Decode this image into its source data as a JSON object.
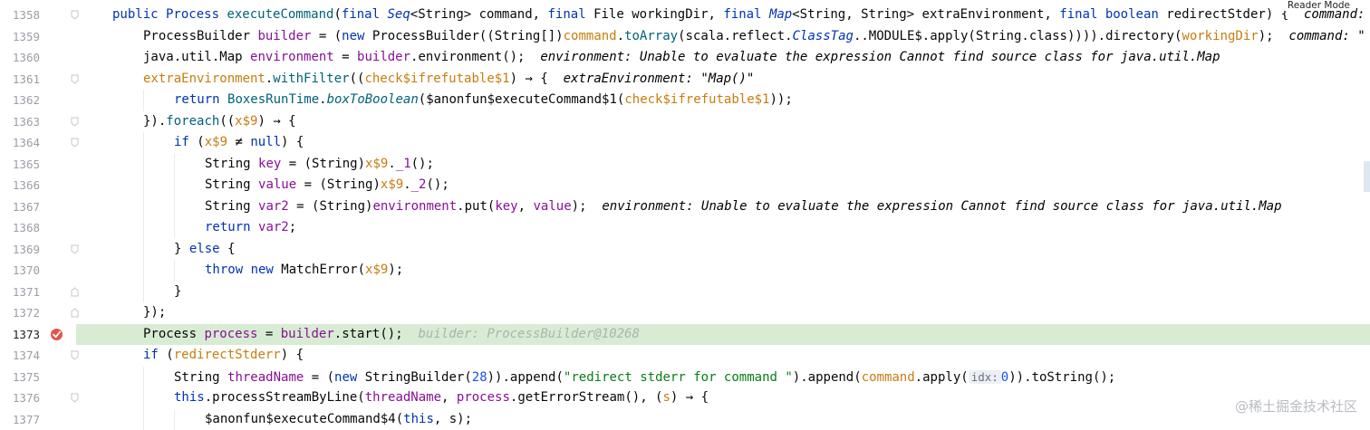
{
  "editor": {
    "reader_mode": "Reader Mode",
    "highlighted_line": 1373,
    "watermark": "@稀土掘金技术社区",
    "lines": [
      {
        "num": "1358"
      },
      {
        "num": "1359"
      },
      {
        "num": "1360"
      },
      {
        "num": "1361"
      },
      {
        "num": "1362"
      },
      {
        "num": "1363"
      },
      {
        "num": "1364"
      },
      {
        "num": "1365"
      },
      {
        "num": "1366"
      },
      {
        "num": "1367"
      },
      {
        "num": "1368"
      },
      {
        "num": "1369"
      },
      {
        "num": "1370"
      },
      {
        "num": "1371"
      },
      {
        "num": "1372"
      },
      {
        "num": "1373"
      },
      {
        "num": "1374"
      },
      {
        "num": "1375"
      },
      {
        "num": "1376"
      },
      {
        "num": "1377"
      }
    ],
    "code": {
      "l1358": {
        "a": "public Process ",
        "b": "executeCommand",
        "c": "(",
        "d": "final ",
        "e": "Seq",
        "f": "<String> command, ",
        "g": "final ",
        "h": "File workingDir, ",
        "i": "final ",
        "j": "Map",
        "k": "<String, String> extraEnvironment, ",
        "l": "final boolean ",
        "m": "redirectStder",
        "n": ") {  ",
        "o": "command: \""
      },
      "l1359": {
        "a": "ProcessBuilder ",
        "b": "builder",
        "c": " = (",
        "d": "new ",
        "e": "ProcessBuilder((String[])",
        "f": "command",
        "g": ".",
        "h": "toArray",
        "i": "(scala.reflect.",
        "j": "ClassTag",
        "k": "..MODULE$.apply(String.class)))).directory(",
        "l": "workingDir",
        "m": ");  ",
        "n": "command: \""
      },
      "l1360": {
        "a": "java.util.Map ",
        "b": "environment",
        "c": " = ",
        "d": "builder",
        "e": ".environment();  ",
        "f": "environment: Unable to evaluate the expression Cannot find source class for java.util.Map"
      },
      "l1361": {
        "a": "extraEnvironment",
        "b": ".",
        "c": "withFilter",
        "d": "((",
        "e": "check$ifrefutable$1",
        "f": ") → {  ",
        "g": "extraEnvironment: \"Map()\""
      },
      "l1362": {
        "a": "return ",
        "b": "BoxesRunTime",
        "c": ".",
        "d": "boxToBoolean",
        "e": "($anonfun$executeCommand$1(",
        "f": "check$ifrefutable$1",
        "g": "));"
      },
      "l1363": {
        "a": "}).",
        "b": "foreach",
        "c": "((",
        "d": "x$9",
        "e": ") → {"
      },
      "l1364": {
        "a": "if ",
        "b": "(",
        "c": "x$9",
        "d": " ≠ ",
        "e": "null",
        "f": ") {"
      },
      "l1365": {
        "a": "String ",
        "b": "key",
        "c": " = (String)",
        "d": "x$9",
        "e": ".",
        "f": "_1",
        "g": "();"
      },
      "l1366": {
        "a": "String ",
        "b": "value",
        "c": " = (String)",
        "d": "x$9",
        "e": ".",
        "f": "_2",
        "g": "();"
      },
      "l1367": {
        "a": "String ",
        "b": "var2",
        "c": " = (String)",
        "d": "environment",
        "e": ".put(",
        "f": "key",
        "g": ", ",
        "h": "value",
        "i": ");  ",
        "j": "environment: Unable to evaluate the expression Cannot find source class for java.util.Map"
      },
      "l1368": {
        "a": "return ",
        "b": "var2",
        "c": ";"
      },
      "l1369": {
        "a": "} ",
        "b": "else",
        "c": " {"
      },
      "l1370": {
        "a": "throw new ",
        "b": "MatchError(",
        "c": "x$9",
        "d": ");"
      },
      "l1371": {
        "a": "}"
      },
      "l1372": {
        "a": "});"
      },
      "l1373": {
        "a": "Process ",
        "b": "process",
        "c": " = ",
        "d": "builder",
        "e": ".start();  ",
        "f": "builder: ProcessBuilder@10268"
      },
      "l1374": {
        "a": "if ",
        "b": "(",
        "c": "redirectStderr",
        "d": ") {"
      },
      "l1375": {
        "a": "String ",
        "b": "threadName",
        "c": " = (",
        "d": "new ",
        "e": "StringBuilder(",
        "f": "28",
        "g": ")).append(",
        "h": "\"redirect stderr for command \"",
        "i": ").append(",
        "j": "command",
        "k": ".apply(",
        "l": "idx:",
        "m": "0",
        "n": ")).toString();"
      },
      "l1376": {
        "a": "this",
        "b": ".processStreamByLine(",
        "c": "threadName",
        "d": ", ",
        "e": "process",
        "f": ".getErrorStream(), (",
        "g": "s",
        "h": ") → {"
      },
      "l1377": {
        "a": "$anonfun$executeCommand$4(",
        "b": "this",
        "c": ", s);"
      }
    }
  }
}
